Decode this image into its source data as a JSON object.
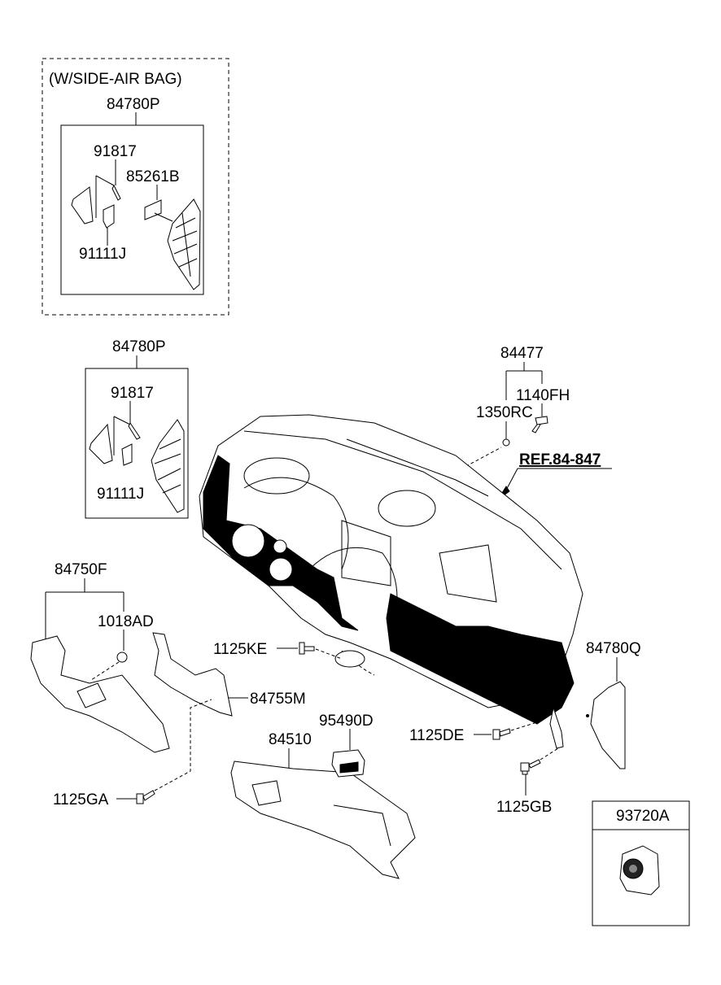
{
  "diagram": {
    "side_airbag_group": {
      "title": "(W/SIDE-AIR BAG)",
      "assembly": "84780P",
      "parts": [
        "91817",
        "85261B",
        "91111J"
      ]
    },
    "vent_group": {
      "assembly": "84780P",
      "parts": [
        "91817",
        "91111J"
      ]
    },
    "bracket_group": {
      "assembly": "84477",
      "parts": [
        "1140FH",
        "1350RC"
      ]
    },
    "reference": "REF.84-847",
    "lower_panel_group": {
      "assembly": "84750F",
      "parts": [
        "1018AD"
      ]
    },
    "labels": {
      "p1125KE": "1125KE",
      "p84780Q": "84780Q",
      "p84755M": "84755M",
      "p95490D": "95490D",
      "p84510": "84510",
      "p1125DE": "1125DE",
      "p1125GA": "1125GA",
      "p1125GB": "1125GB"
    },
    "inset_box": {
      "label": "93720A"
    }
  }
}
